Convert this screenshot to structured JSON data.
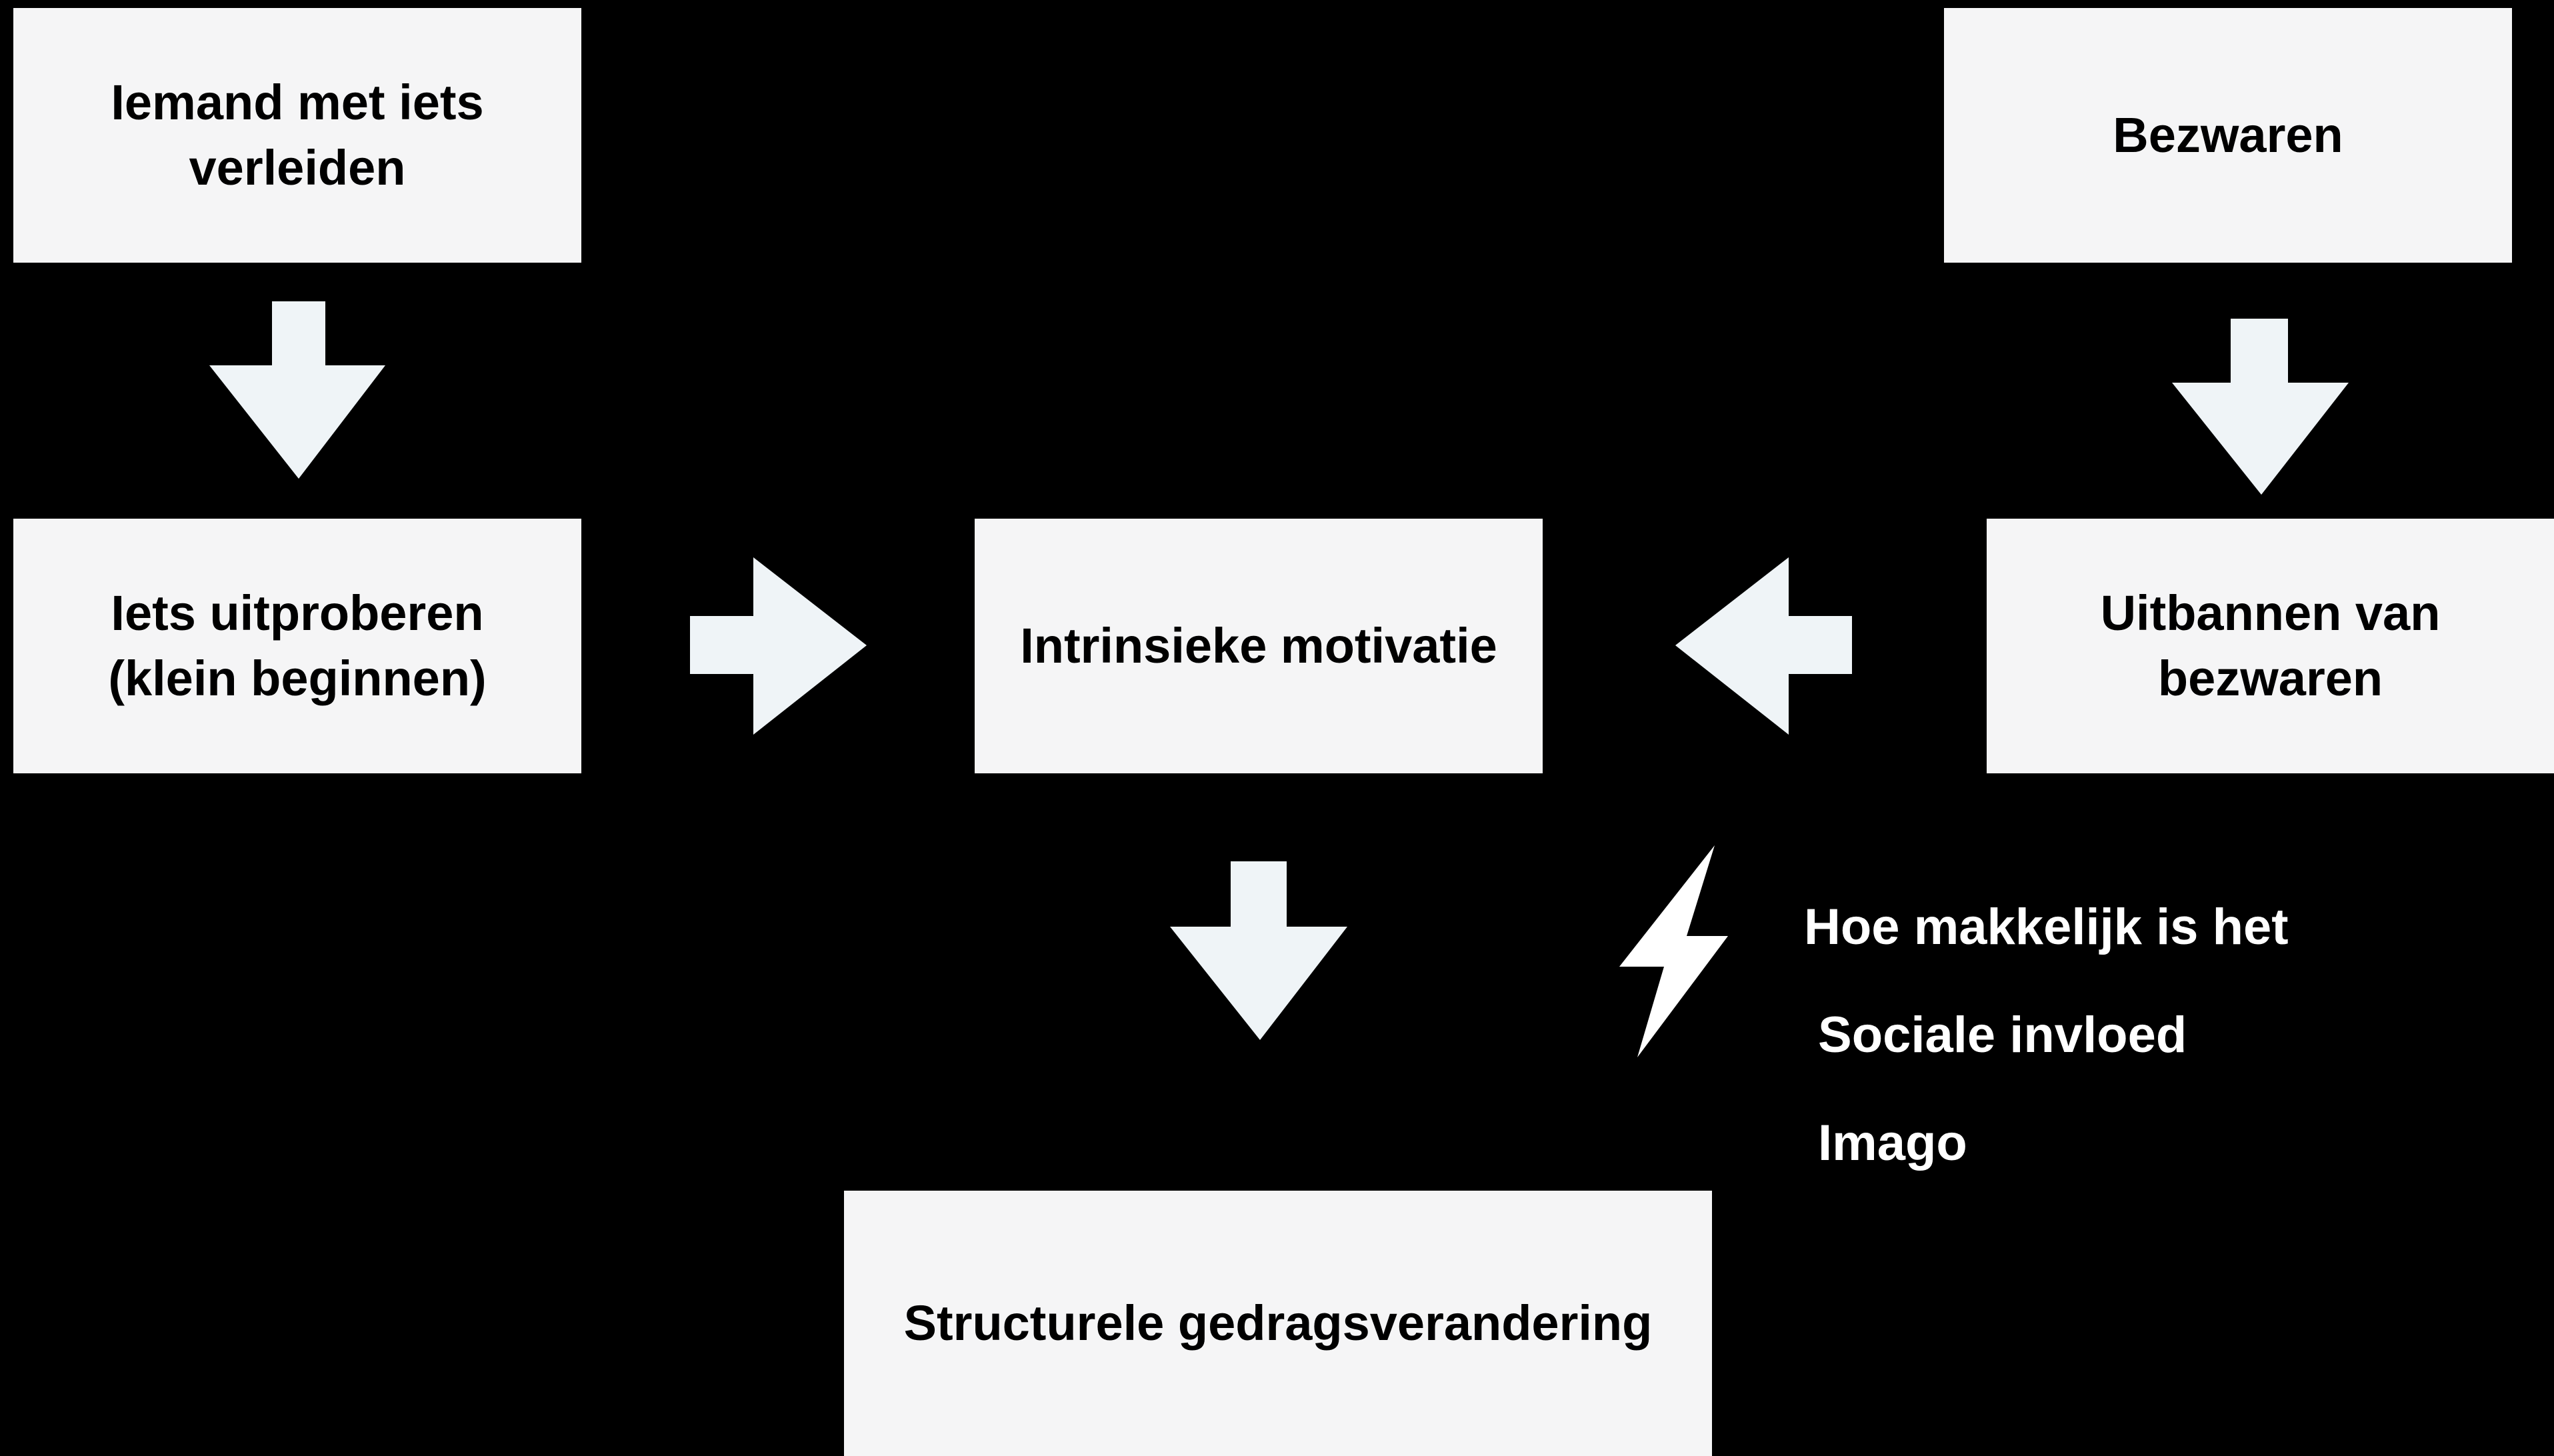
{
  "colors": {
    "background": "#000000",
    "box_fill": "#f5f5f6",
    "arrow_fill": "#eff4f7",
    "box_text": "#000000",
    "factor_text": "#ffffff",
    "lightning": "#ffffff"
  },
  "boxes": {
    "seduce": "Iemand met iets\nverleiden",
    "objections": "Bezwaren",
    "try_out": "Iets uitproberen\n(klein beginnen)",
    "intrinsic": "Intrinsieke motivatie",
    "remove_objections": "Uitbannen van\nbezwaren",
    "structural": "Structurele gedragsverandering"
  },
  "factors": {
    "ease": "Hoe makkelijk is het",
    "social": "Sociale invloed",
    "image": "Imago"
  },
  "icons": {
    "disruptor": "lightning-icon",
    "arrows": "block-arrow-icon"
  }
}
